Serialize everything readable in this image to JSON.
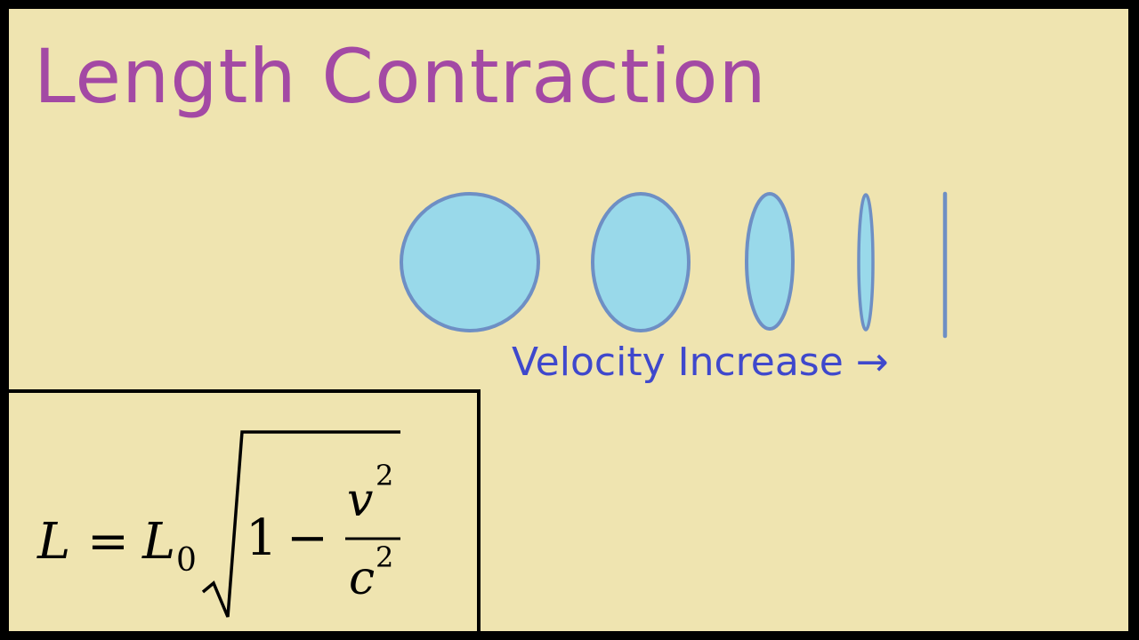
{
  "title": "Length Contraction",
  "velocity_label": "Velocity Increase →",
  "shapes": [
    {
      "name": "circle-rest",
      "width_ratio": 1.0
    },
    {
      "name": "ellipse-slow",
      "width_ratio": 0.7
    },
    {
      "name": "ellipse-medium",
      "width_ratio": 0.34
    },
    {
      "name": "ellipse-fast",
      "width_ratio": 0.11
    },
    {
      "name": "line-near-light",
      "width_ratio": 0.0
    }
  ],
  "colors": {
    "background": "#efe4b0",
    "frame": "#000000",
    "title": "#a349a4",
    "label": "#3f48cc",
    "shape_fill": "#99d9ea",
    "shape_stroke": "#6e8fc4"
  },
  "formula": {
    "lhs": "L",
    "equals": "=",
    "base": "L",
    "base_subscript": "0",
    "one": "1",
    "minus": "−",
    "numerator": "v",
    "numerator_exponent": "2",
    "denominator": "c",
    "denominator_exponent": "2"
  }
}
